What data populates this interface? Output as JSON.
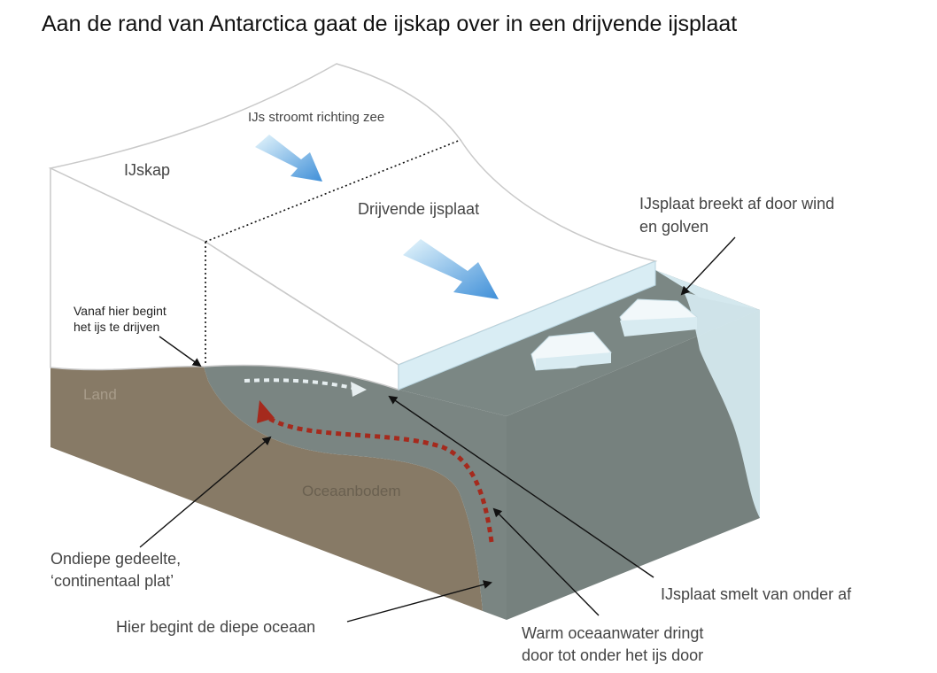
{
  "title": "Aan de rand van Antarctica gaat de ijskap over in een drijvende ijsplaat",
  "labels": {
    "ice_flow": "IJs stroomt richting zee",
    "ice_sheet": "IJskap",
    "ice_shelf": "Drijvende ijsplaat",
    "calving_line1": "IJsplaat breekt af door wind",
    "calving_line2": "en golven",
    "grounding_line1": "Vanaf hier begint",
    "grounding_line2": "het ijs te drijven",
    "land": "Land",
    "ocean_floor": "Oceaanbodem",
    "shelf_line1": "Ondiepe gedeelte,",
    "shelf_line2": "‘continentaal plat’",
    "deep_ocean": "Hier begint de diepe oceaan",
    "melt": "IJsplaat smelt van onder af",
    "warm_line1": "Warm oceaanwater dringt",
    "warm_line2": "door tot onder het ijs door"
  },
  "colors": {
    "land": "#877a66",
    "ocean": "#7a8582",
    "water_light": "#d4e8ee",
    "warm_current": "#a52a1d",
    "cold_current": "#e6eef0",
    "flow_arrow": "#5aa6e0"
  }
}
